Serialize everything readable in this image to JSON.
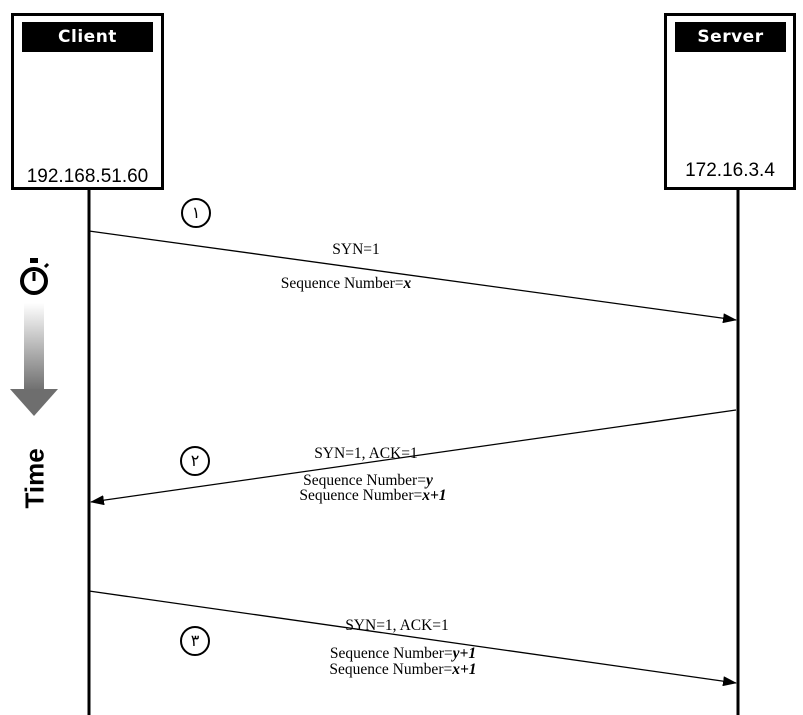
{
  "client": {
    "title": "Client",
    "ip": "192.168.51.60",
    "icon": "desktop-computer-icon"
  },
  "server": {
    "title": "Server",
    "ip": "172.16.3.4",
    "icon": "server-tower-icon"
  },
  "timeline": {
    "label": "Time",
    "icons": [
      "stopwatch-icon",
      "down-arrow-icon"
    ]
  },
  "messages": [
    {
      "step": "١",
      "direction": "client-to-server",
      "line1": "SYN=1",
      "seq1_prefix": "Sequence Number=",
      "seq1_var": "x"
    },
    {
      "step": "٢",
      "direction": "server-to-client",
      "line1": "SYN=1, ACK=1",
      "seq1_prefix": "Sequence Number=",
      "seq1_var": "y",
      "seq2_prefix": "Sequence Number=",
      "seq2_var": "x+1"
    },
    {
      "step": "٣",
      "direction": "client-to-server",
      "line1": "SYN=1, ACK=1",
      "seq1_prefix": "Sequence Number=",
      "seq1_var": "y+1",
      "seq2_prefix": "Sequence Number=",
      "seq2_var": "x+1"
    }
  ]
}
